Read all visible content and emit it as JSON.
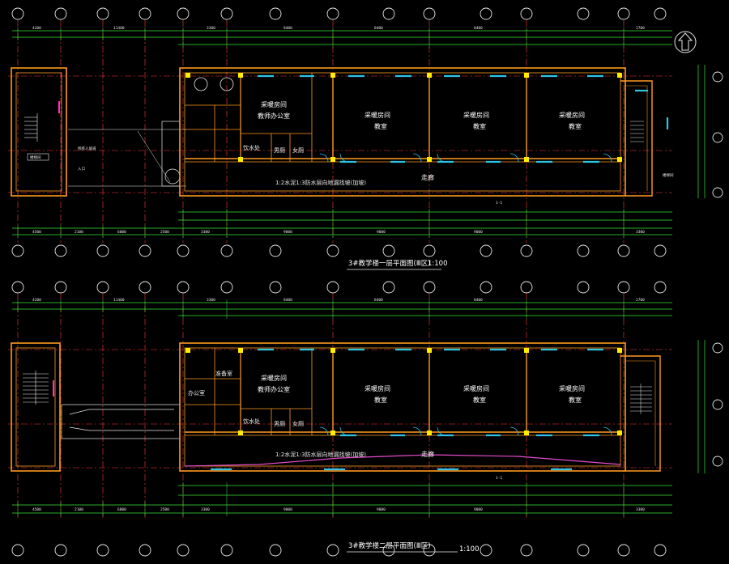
{
  "colors": {
    "background": "#000000",
    "axis": "#ff3b3b",
    "wall": "#ff9a1f",
    "dimension": "#39e639",
    "window": "#2ec4e6",
    "column": "#ffee00",
    "text": "#ffffff",
    "stair": "#e8e8e8",
    "beam": "#e64ccf"
  },
  "north_arrow_icon": "north-arrow-icon",
  "plan1": {
    "title": "3#教学楼一层平面图(Ⅲ区)",
    "scale": "1:100",
    "rooms": {
      "office_a": "采暖房间",
      "office_b": "教师办公室",
      "class1_a": "采暖房间",
      "class1_b": "教室",
      "class2_a": "采暖房间",
      "class2_b": "教室",
      "class3_a": "采暖房间",
      "class3_b": "教室",
      "corridor": "走廊",
      "water": "饮水处",
      "wc_m": "男厕",
      "wc_f": "女厕",
      "note": "1:2水泥1:3防水层向地漏找坡(加坡)",
      "stair_box": "楼梯间",
      "ramp_a": "残疾人坡道",
      "ramp_b": "入口",
      "side_note": "楼梯间",
      "section": "1-1"
    },
    "dims_top": [
      "4200",
      "11400",
      "3300",
      "8400",
      "8400",
      "8400",
      "2700"
    ],
    "dims_bottom": [
      "4500",
      "2100",
      "6000",
      "2500",
      "3300",
      "9000",
      "9000",
      "9000",
      "3300"
    ]
  },
  "plan2": {
    "title": "3#教学楼二层平面图(Ⅲ区)",
    "scale": "1:100",
    "rooms": {
      "office_a": "采暖房间",
      "office_b": "教师办公室",
      "class1_a": "采暖房间",
      "class1_b": "教室",
      "class2_a": "采暖房间",
      "class2_b": "教室",
      "class3_a": "采暖房间",
      "class3_b": "教室",
      "corridor": "走廊",
      "water": "饮水处",
      "wc_m": "男厕",
      "wc_f": "女厕",
      "note": "1:2水泥1:3防水层向地漏找坡(加坡)",
      "office_small": "办公室",
      "prep": "准备室",
      "section": "1-1"
    },
    "dims_top": [
      "4200",
      "11400",
      "3300",
      "8400",
      "8400",
      "8400",
      "2700"
    ],
    "dims_bottom": [
      "4500",
      "2100",
      "6000",
      "2500",
      "3300",
      "9000",
      "9000",
      "9000",
      "3300"
    ]
  }
}
